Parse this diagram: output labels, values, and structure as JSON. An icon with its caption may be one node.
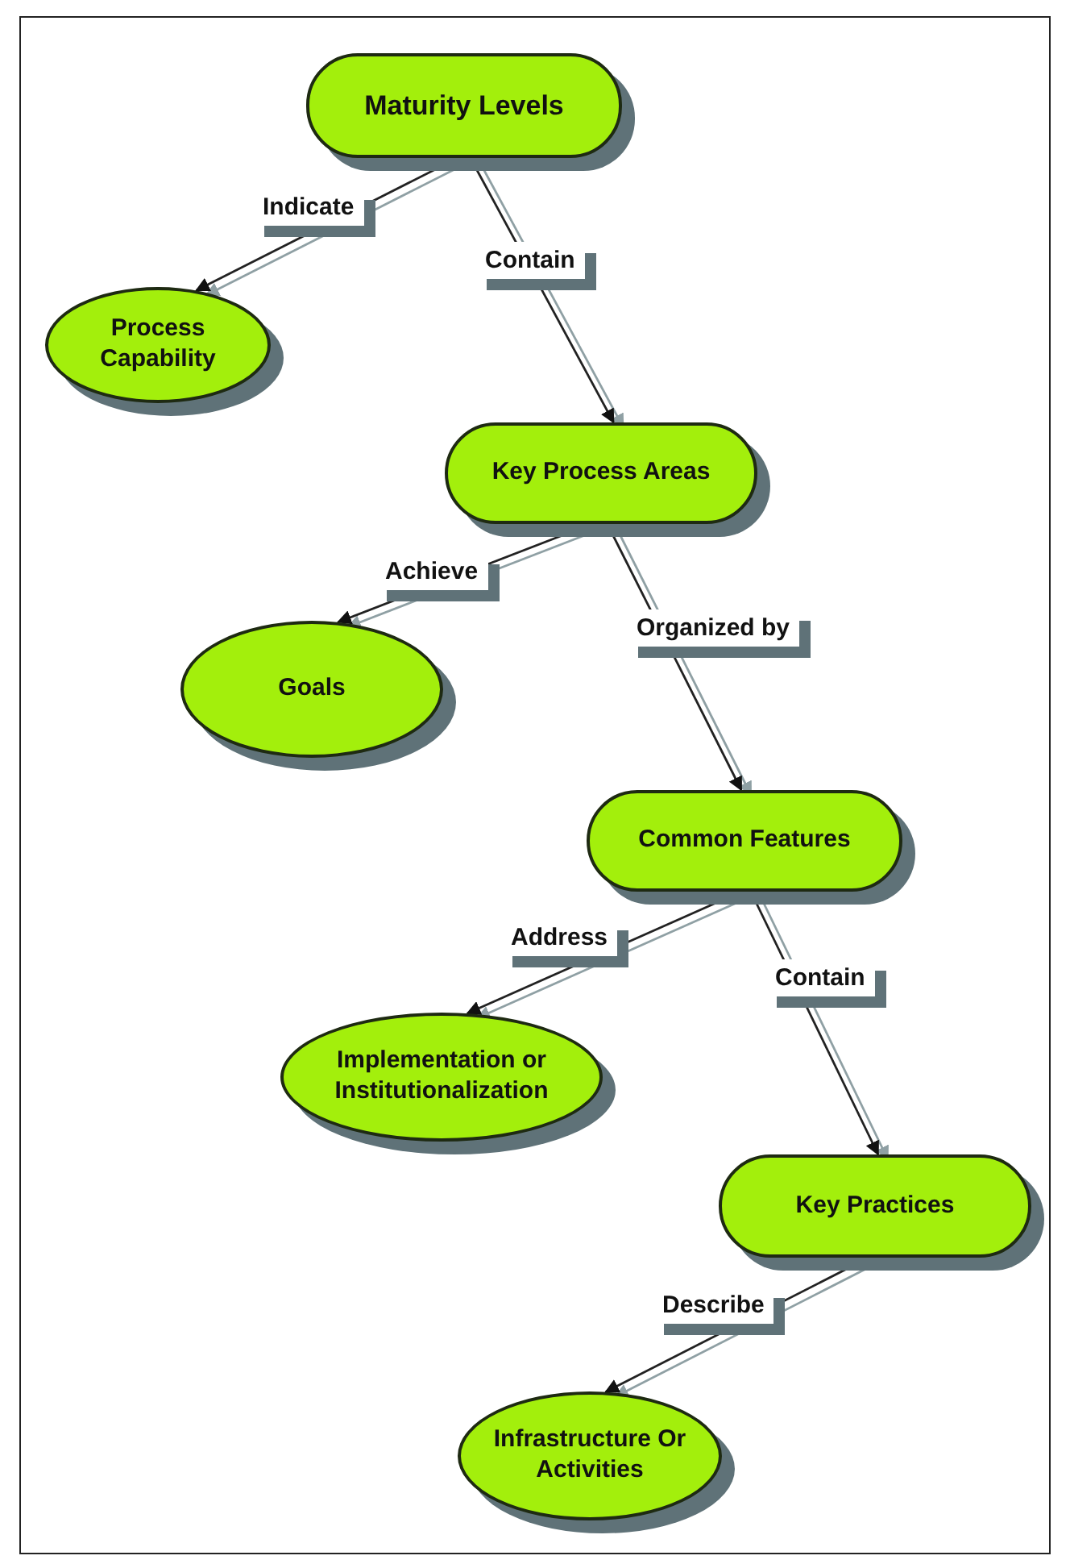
{
  "diagram": {
    "nodes": [
      {
        "text": [
          "Maturity Levels"
        ]
      },
      {
        "text": [
          "Process Capability"
        ]
      },
      {
        "text": [
          "Key Process Areas"
        ]
      },
      {
        "text": [
          "Goals"
        ]
      },
      {
        "text": [
          "Common Features"
        ]
      },
      {
        "text": [
          "Implementation or Institutionalization"
        ]
      },
      {
        "text": [
          "Key Practices"
        ]
      },
      {
        "text": [
          "Infrastructure Or Activities"
        ]
      }
    ],
    "edges": [
      {
        "from": 0,
        "to": 1,
        "arrow": "to",
        "label": "Indicate"
      },
      {
        "from": 0,
        "to": 2,
        "arrow": "to",
        "label": "Contain"
      },
      {
        "from": 2,
        "to": 3,
        "arrow": "to",
        "label": "Achieve"
      },
      {
        "from": 2,
        "to": 4,
        "arrow": "to",
        "label": "Organized by"
      },
      {
        "from": 4,
        "to": 5,
        "arrow": "to",
        "label": "Address"
      },
      {
        "from": 4,
        "to": 6,
        "arrow": "to",
        "label": "Contain"
      },
      {
        "from": 6,
        "to": 7,
        "arrow": "to",
        "label": "Describe"
      }
    ]
  }
}
